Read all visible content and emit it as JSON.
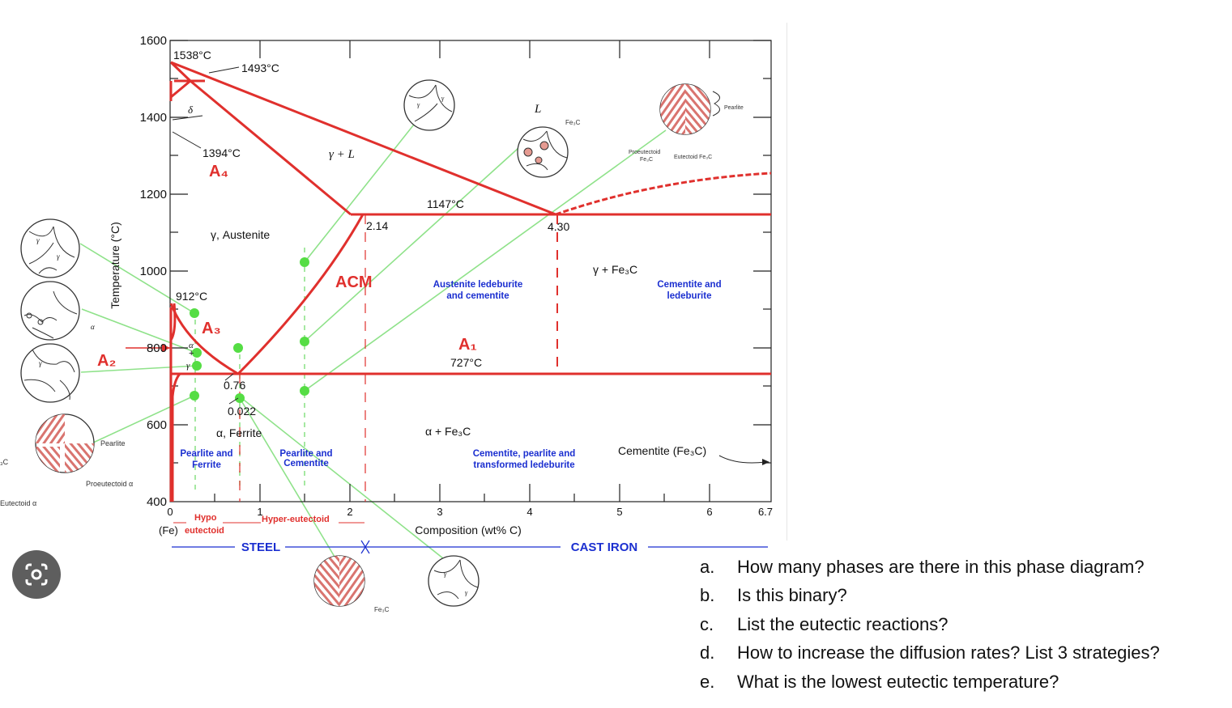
{
  "diagram": {
    "y_axis_title": "Temperature (°C)",
    "x_axis_title": "Composition (wt% C)",
    "y_ticks": [
      "1600",
      "1400",
      "1200",
      "1000",
      "800",
      "600",
      "400"
    ],
    "x_ticks": [
      "0",
      "1",
      "2",
      "3",
      "4",
      "5",
      "6",
      "6.7"
    ],
    "fe_label": "(Fe)",
    "points": {
      "t1538": "1538°C",
      "t1493": "1493°C",
      "t1394": "1394°C",
      "t1147": "1147°C",
      "t912": "912°C",
      "t727": "727°C",
      "c214": "2.14",
      "c430": "4.30",
      "c076": "0.76",
      "c0022": "0.022"
    },
    "lines": {
      "a4": "A₄",
      "a3": "A₃",
      "a1": "A₁",
      "a2": "A₂",
      "acm": "ACM"
    },
    "regions": {
      "delta": "δ",
      "gamma_l": "γ + L",
      "l": "L",
      "austenite": "γ, Austenite",
      "gamma_fe3c": "γ + Fe₃C",
      "alpha_fe3c": "α + Fe₃C",
      "alpha_ferrite": "α, Ferrite",
      "alpha": "α",
      "gamma": "γ",
      "plus": "+"
    },
    "blue_labels": {
      "austenite_ledeburite": [
        "Austenite ledeburite",
        "and cementite"
      ],
      "cementite_ledeburite": [
        "Cementite and",
        "ledeburite"
      ],
      "pearlite_ferrite": [
        "Pearlite and",
        "Ferrite"
      ],
      "pearlite_cementite": [
        "Pearlite and",
        "Cementite"
      ],
      "cementite_pearlite": [
        "Cementite, pearlite and",
        "transformed ledeburite"
      ]
    },
    "cementite_label": "Cementite (Fe₃C)",
    "bottom": {
      "hypo": "Hypo",
      "eutectoid": "eutectoid",
      "hyper": "Hyper-eutectoid",
      "steel": "STEEL",
      "cast_iron": "CAST IRON"
    },
    "micro": {
      "gamma": "γ",
      "alpha": "α",
      "pearlite": "Pearlite",
      "proeutectoid_alpha": "Proeutectoid α",
      "eutectoid_alpha": "Eutectoid α",
      "fe3c": "Fe₃C",
      "fe3c_cut": "₃C",
      "proeutectoid_fe3c": [
        "Proeutectoid",
        "Fe₃C"
      ],
      "eutectoid_fe3c": "Eutectoid Fe₃C"
    },
    "colors": {
      "phase_lines": "#e0302d",
      "guide_lines": "#8fe28a",
      "blue_text": "#1b2fd0",
      "dots": "#55dd44"
    }
  },
  "questions": [
    {
      "letter": "a.",
      "text": "How many phases are there in this phase diagram?"
    },
    {
      "letter": "b.",
      "text": "Is this binary?"
    },
    {
      "letter": "c.",
      "text": "List the eutectic reactions?"
    },
    {
      "letter": "d.",
      "text": "How to increase the diffusion rates? List 3 strategies?"
    },
    {
      "letter": "e.",
      "text": "What is the lowest eutectic temperature?"
    }
  ],
  "lens_icon": "google-lens-icon"
}
